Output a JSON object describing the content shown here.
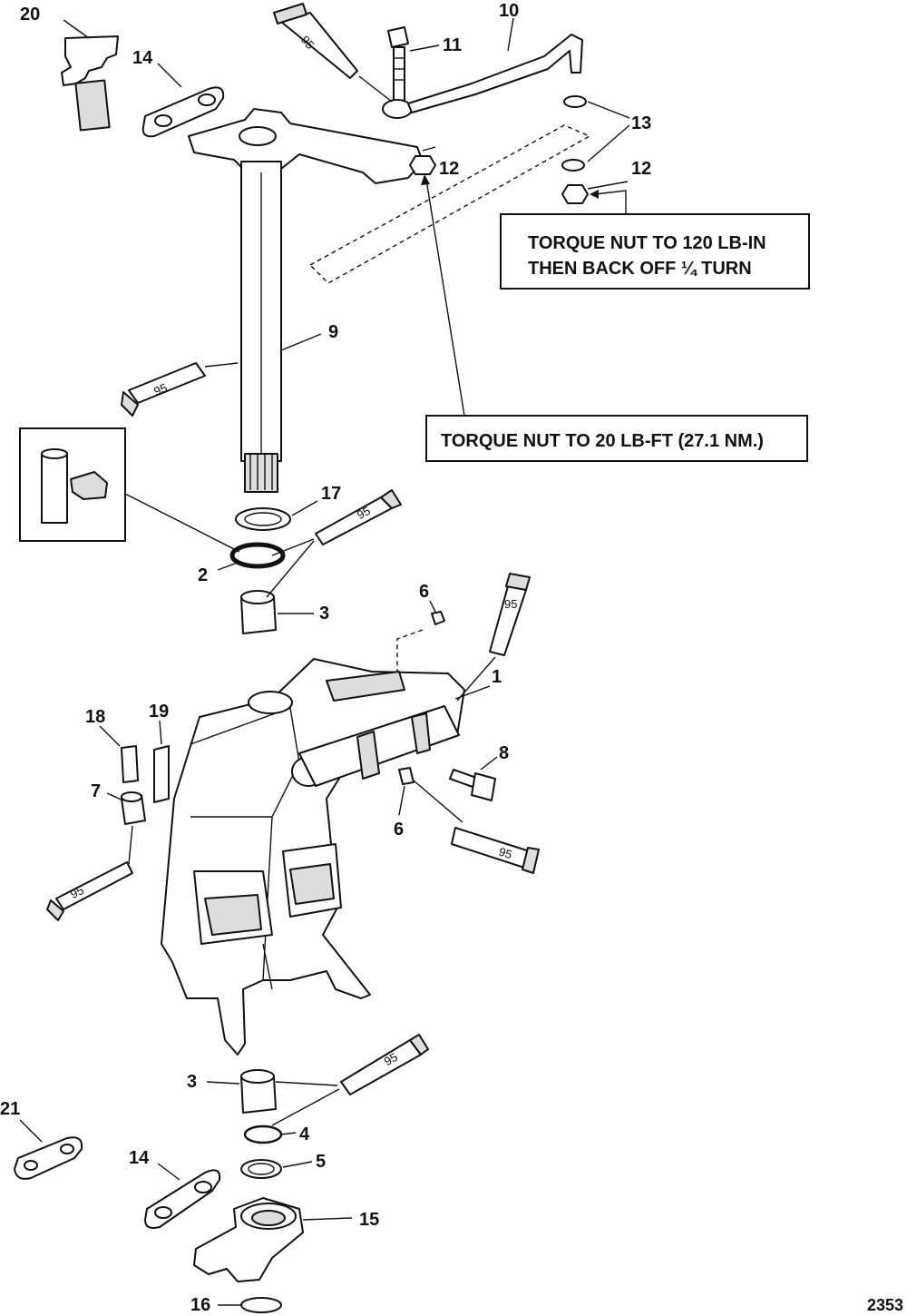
{
  "callouts": {
    "c1": "1",
    "c2": "2",
    "c3a": "3",
    "c3b": "3",
    "c4": "4",
    "c5": "5",
    "c6a": "6",
    "c6b": "6",
    "c7": "7",
    "c8": "8",
    "c9": "9",
    "c10": "10",
    "c11": "11",
    "c12a": "12",
    "c12b": "12",
    "c13": "13",
    "c14a": "14",
    "c14b": "14",
    "c15": "15",
    "c16": "16",
    "c17": "17",
    "c18": "18",
    "c19": "19",
    "c20": "20",
    "c21": "21"
  },
  "lubricant": {
    "t1": "95",
    "t2": "95",
    "t3": "95",
    "t4": "95",
    "t5": "95",
    "t6": "95",
    "t7": "95"
  },
  "notes": {
    "torque_120_line1": "TORQUE NUT TO 120 LB-IN",
    "torque_120_line2": "THEN BACK OFF ¼ TURN",
    "torque_20": "TORQUE NUT TO 20 LB-FT (27.1 NM.)"
  },
  "figure_number": "2353"
}
